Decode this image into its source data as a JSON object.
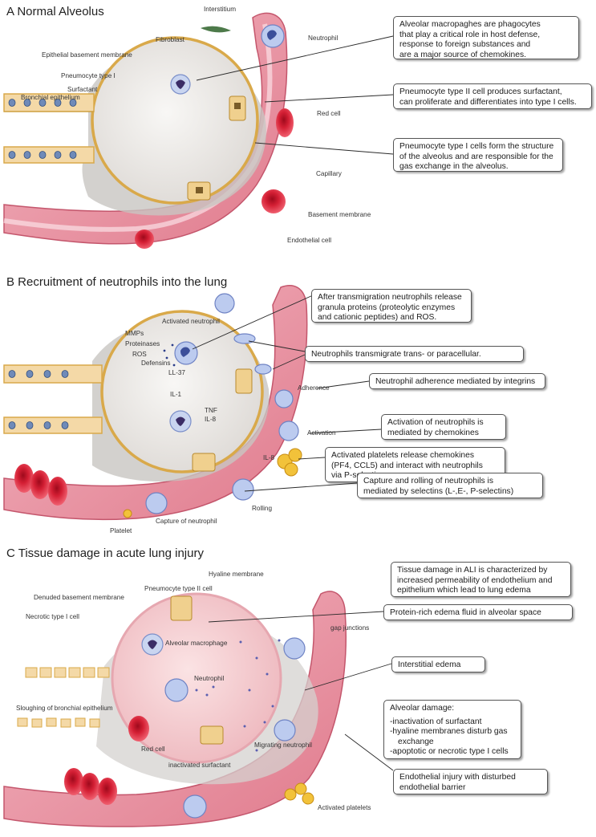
{
  "panels": {
    "a": {
      "title": "A  Normal Alveolus",
      "labels": {
        "interstitium": "Interstitium",
        "fibroblast": "Fibroblast",
        "neutrophil": "Neutrophil",
        "epithelial_bm": "Epithelial basement membrane",
        "pneumocyte_type1": "Pneumocyte type I",
        "surfactant": "Surfactant",
        "bronchial_epithelium": "Bronchial epithelium",
        "red_cell": "Red cell",
        "capillary": "Capillary",
        "basement_membrane": "Basement membrane",
        "endothelial_cell": "Endothelial cell"
      },
      "callouts": {
        "macrophages": [
          "Alveolar macropaghes are phagocytes",
          "that play a critical role in host defense,",
          "response to foreign substances and",
          "are a major source of chemokines."
        ],
        "type2": [
          "Pneumocyte type II cell produces surfactant,",
          "can proliferate and differentiates into type I cells."
        ],
        "type1": [
          "Pneumocyte type I cells form the structure",
          "of the alveolus and are responsible for the",
          "gas exchange in the alveolus."
        ]
      }
    },
    "b": {
      "title": "B  Recruitment of neutrophils into the lung",
      "labels": {
        "activated_neutrophil": "Activated neutrophil",
        "mmps": "MMPs",
        "proteinases": "Proteinases",
        "ros": "ROS",
        "defensins": "Defensins",
        "ll37": "LL-37",
        "il1": "IL-1",
        "tnf": "TNF",
        "il8": "IL-8",
        "il8_vessel": "IL-8",
        "adherence": "Adherence",
        "activation": "Activation",
        "rolling": "Rolling",
        "capture": "Capture of neutrophil",
        "platelet": "Platelet"
      },
      "callouts": {
        "granula": [
          "After transmigration neutrophils release",
          "granula proteins (proteolytic enzymes",
          "and cationic peptides) and ROS."
        ],
        "transmigrate": [
          "Neutrophils transmigrate trans- or paracellular."
        ],
        "adherence": [
          "Neutrophil adherence mediated by integrins"
        ],
        "activation": [
          "Activation of neutrophils is",
          "mediated by chemokines"
        ],
        "platelets": [
          "Activated platelets release chemokines",
          "(PF4, CCL5) and interact with neutrophils",
          "via P-selectin"
        ],
        "rolling": [
          "Capture and rolling of neutrophils is",
          "mediated by selectins (L-,E-, P-selectins)"
        ]
      }
    },
    "c": {
      "title": "C Tissue damage in acute lung injury",
      "labels": {
        "hyaline_membrane": "Hyaline membrane",
        "pneumocyte_type2": "Pneumocyte type II cell",
        "denuded_bm": "Denuded basement membrane",
        "necrotic_type1": "Necrotic type I cell",
        "alveolar_macrophage": "Alveolar macrophage",
        "sloughing": "Sloughing of bronchial epithelium",
        "neutrophil": "Neutrophil",
        "red_cell": "Red cell",
        "inactivated_surfactant": "inactivated surfactant",
        "migrating_neutrophil": "Migrating neutrophil",
        "gap_junctions": "gap junctions",
        "activated_platelets": "Activated platelets"
      },
      "callouts": {
        "tissue_damage": [
          "Tissue damage in ALI is characterized by",
          "increased permeability of endothelium and",
          "epithelium which lead to lung edema"
        ],
        "edema_fluid": [
          "Protein-rich edema fluid in alveolar space"
        ],
        "interstitial": [
          "Interstitial edema"
        ],
        "alveolar_damage": [
          "Alveolar damage:",
          "",
          "-inactivation of surfactant",
          "-hyaline membranes disturb gas",
          "  exchange",
          "-apoptotic or necrotic type I cells"
        ],
        "endothelial": [
          "Endothelial injury with disturbed",
          "endothelial barrier"
        ]
      }
    }
  },
  "colors": {
    "vessel": "#e88b9a",
    "vessel_light": "#f6c9d1",
    "alveolus": "#eeecea",
    "alveolus_edema": "#f5d3d6",
    "membrane": "#d9a94a",
    "red_cell": "#d41f34",
    "neutrophil": "#8ea0d6",
    "platelet": "#f2c23a"
  }
}
